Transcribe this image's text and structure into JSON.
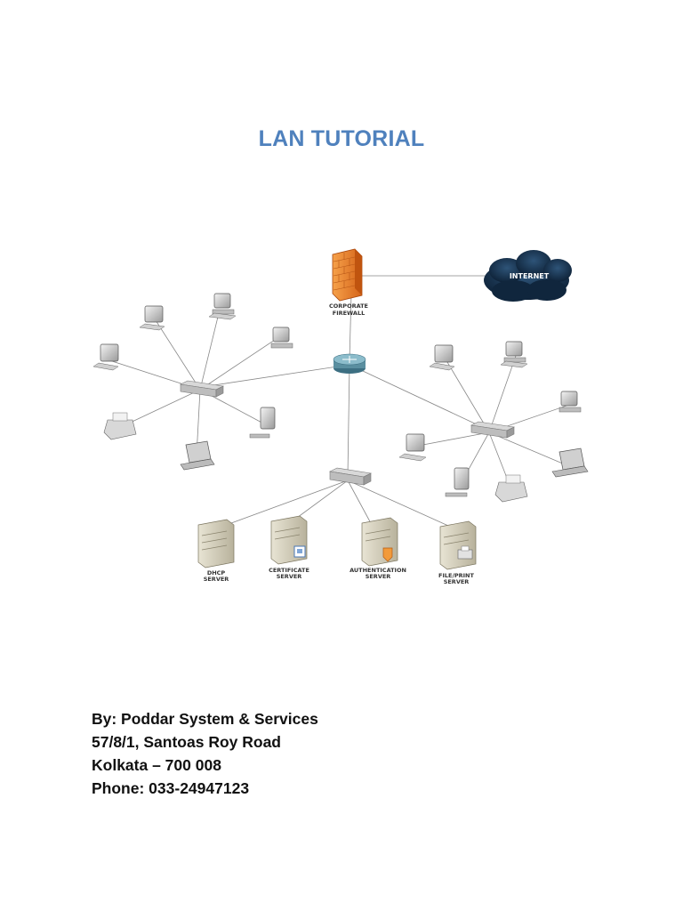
{
  "document": {
    "title": "LAN TUTORIAL"
  },
  "diagram": {
    "labels": {
      "firewall": [
        "CORPORATE",
        "FIREWALL"
      ],
      "internet": "INTERNET",
      "dhcp": [
        "DHCP",
        "SERVER"
      ],
      "certificate": [
        "CERTIFICATE",
        "SERVER"
      ],
      "authentication": [
        "AUTHENTICATION",
        "SERVER"
      ],
      "fileprint": [
        "FILE/PRINT",
        "SERVER"
      ]
    }
  },
  "footer": {
    "line1": "By: Poddar System & Services",
    "line2": "57/8/1, Santoas Roy Road",
    "line3": "Kolkata – 700 008",
    "line4": "Phone: 033-24947123"
  },
  "colors": {
    "title": "#4f81bd",
    "firewall": "#f08a2c",
    "cloud": "#1c3550",
    "router": "#5a8fa0"
  }
}
